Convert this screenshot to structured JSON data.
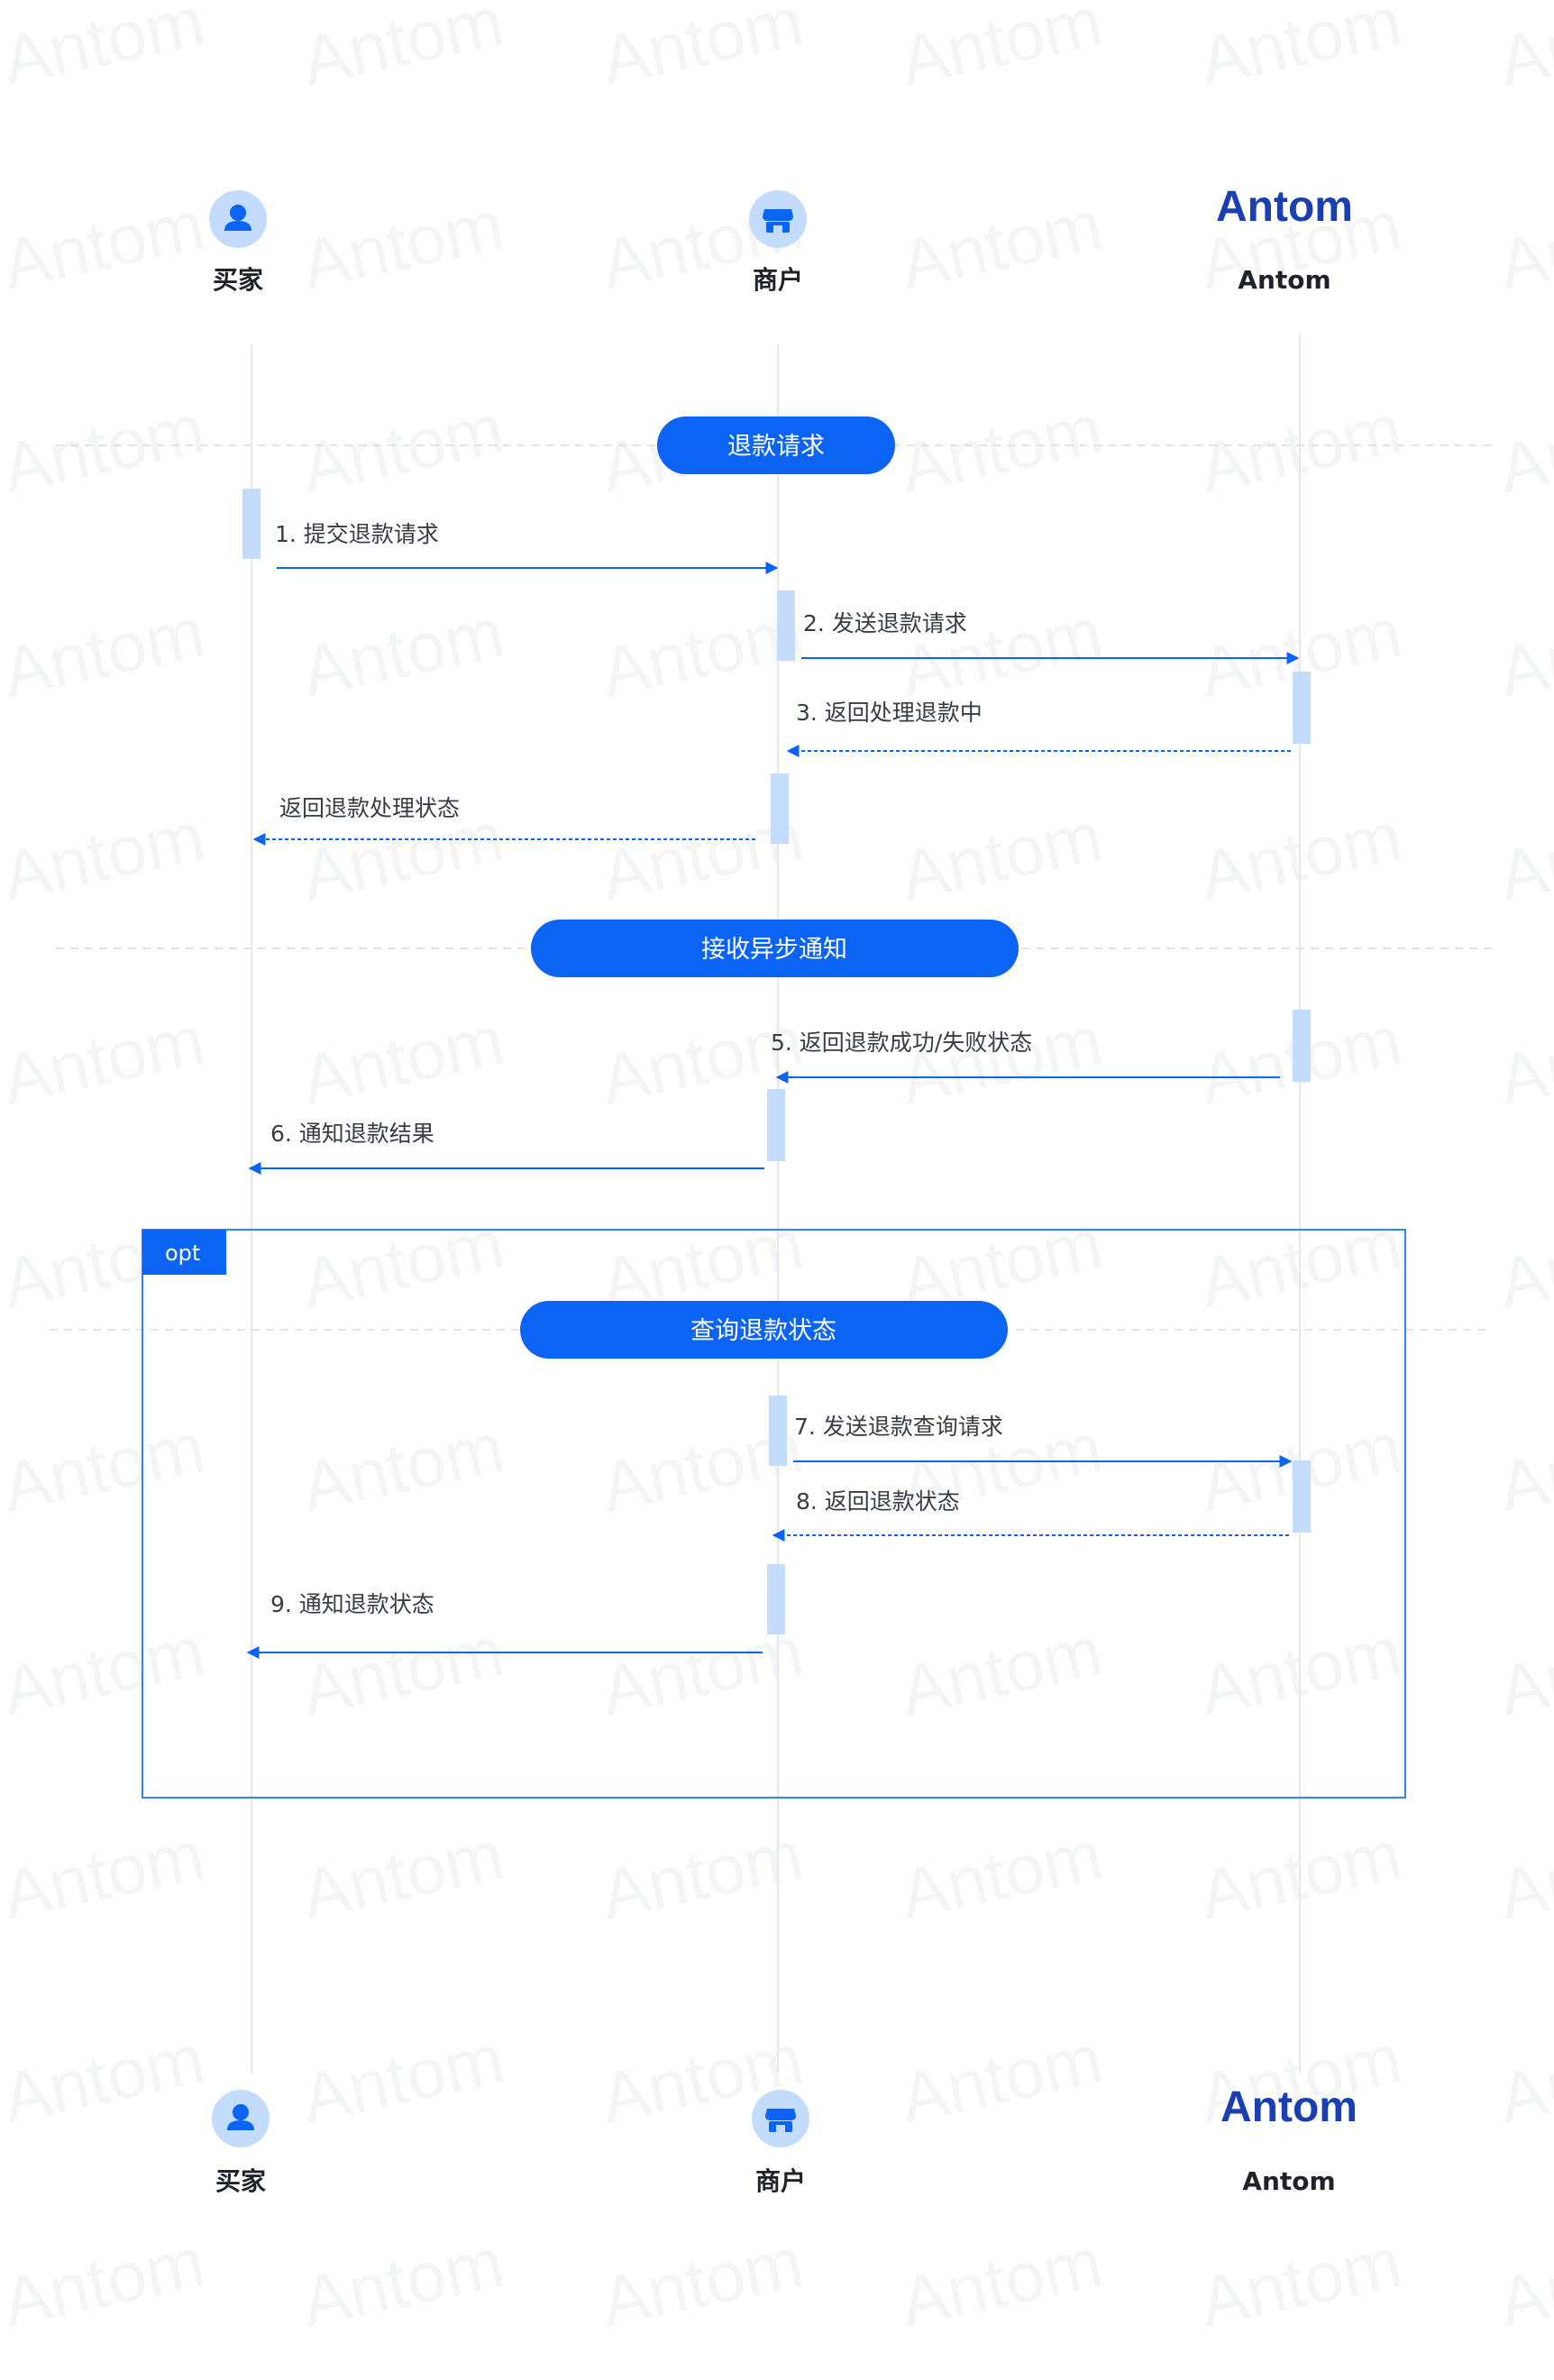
{
  "actors": [
    {
      "id": "buyer",
      "name": "买家",
      "icon": "user-icon"
    },
    {
      "id": "merchant",
      "name": "商户",
      "icon": "store-icon"
    },
    {
      "id": "antom",
      "name": "Antom",
      "icon": "antom-logo",
      "logo_text": "Antom"
    }
  ],
  "phases": [
    {
      "label": "退款请求"
    },
    {
      "label": "接收异步通知"
    },
    {
      "label": "查询退款状态"
    }
  ],
  "messages": [
    {
      "label": "1. 提交退款请求",
      "from": "buyer",
      "to": "merchant",
      "style": "solid"
    },
    {
      "label": "2. 发送退款请求",
      "from": "merchant",
      "to": "antom",
      "style": "solid"
    },
    {
      "label": "3. 返回处理退款中",
      "from": "antom",
      "to": "merchant",
      "style": "dashed"
    },
    {
      "label": "返回退款处理状态",
      "from": "merchant",
      "to": "buyer",
      "style": "dashed"
    },
    {
      "label": "5. 返回退款成功/失败状态",
      "from": "antom",
      "to": "merchant",
      "style": "solid"
    },
    {
      "label": "6. 通知退款结果",
      "from": "merchant",
      "to": "buyer",
      "style": "solid"
    },
    {
      "label": "7. 发送退款查询请求",
      "from": "merchant",
      "to": "antom",
      "style": "solid"
    },
    {
      "label": "8. 返回退款状态",
      "from": "antom",
      "to": "merchant",
      "style": "dashed"
    },
    {
      "label": "9. 通知退款状态",
      "from": "merchant",
      "to": "buyer",
      "style": "solid"
    }
  ],
  "fragment": {
    "label": "opt"
  },
  "watermark": "Antom",
  "colors": {
    "primary": "#0b64f4",
    "activation": "#c3dcfb",
    "lifeline": "#e6e8eb",
    "avatar_bg": "#c3dcfb",
    "text": "#1f2329",
    "logo": "#1a3fb0"
  }
}
